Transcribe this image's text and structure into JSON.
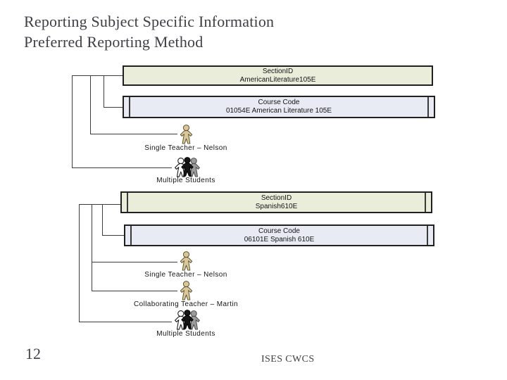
{
  "slide": {
    "title_line1": "Reporting Subject Specific Information",
    "title_line2": "Preferred Reporting Method",
    "page_number": "12",
    "footer": "ISES CWCS"
  },
  "groups": [
    {
      "section_box": {
        "line1": "SectionID",
        "line2": "AmericanLiterature105E"
      },
      "course_box": {
        "line1": "Course Code",
        "line2": "01054E American Literature 105E"
      },
      "single_teacher_label": "Single Teacher – Nelson",
      "multiple_students_label": "Multiple Students"
    },
    {
      "section_box": {
        "line1": "SectionID",
        "line2": "Spanish610E"
      },
      "course_box": {
        "line1": "Course Code",
        "line2": "06101E Spanish 610E"
      },
      "single_teacher_label": "Single Teacher – Nelson",
      "collaborating_teacher_label": "Collaborating Teacher – Martin",
      "multiple_students_label": "Multiple Students"
    }
  ],
  "colors": {
    "section_box_fill": "#eaedda",
    "course_box_fill": "#e8ebf4",
    "teacher_icon_fill": "#d9c79c",
    "student_black": "#161616",
    "student_gray": "#9b9b9b",
    "student_white": "#ffffff",
    "title_text": "#3f3e44",
    "connector": "#3c3c3c"
  },
  "icons": {
    "teacher": "person-icon",
    "students": "people-group-icon"
  }
}
